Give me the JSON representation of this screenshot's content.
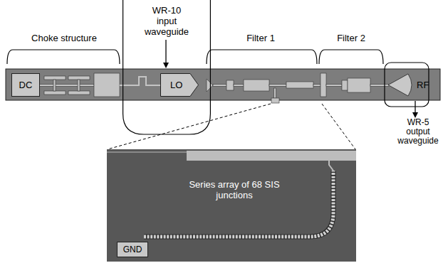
{
  "diagram": {
    "nodes": [
      {
        "text": [
          "DC"
        ]
      },
      {
        "text": [
          "WR-10 input waveguide"
        ]
      },
      {
        "text": [
          "LO"
        ],
        "in": 1
      },
      {
        "text": [
          "RF"
        ]
      },
      {
        "text": [
          "Series array of 68 SIS junctions"
        ]
      },
      {
        "text": [
          "GND"
        ],
        "in": 4
      }
    ],
    "labels": [
      "Choke structure",
      "Filter 1",
      "Filter 2",
      "WR-5 output waveguide"
    ]
  }
}
